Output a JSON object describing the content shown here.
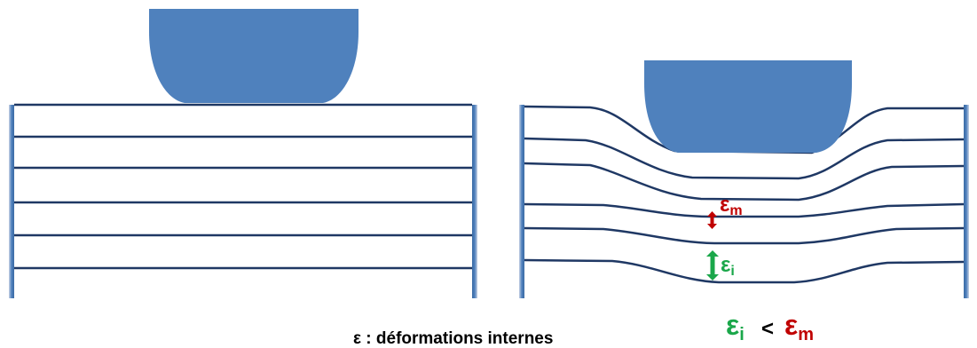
{
  "colors": {
    "indenter": "#4f81bd",
    "layer_line": "#1f3864",
    "strain_middle": "#c00000",
    "strain_inner": "#1aa74a",
    "caption": "#000000"
  },
  "labels": {
    "epsilon_m": "ε",
    "epsilon_m_sub": "m",
    "epsilon_i": "ε",
    "epsilon_i_sub": "i",
    "compare_left": "ε",
    "compare_left_sub": "i",
    "compare_op": "<",
    "compare_right": "ε",
    "compare_right_sub": "m",
    "caption": "ε : déformations internes"
  }
}
